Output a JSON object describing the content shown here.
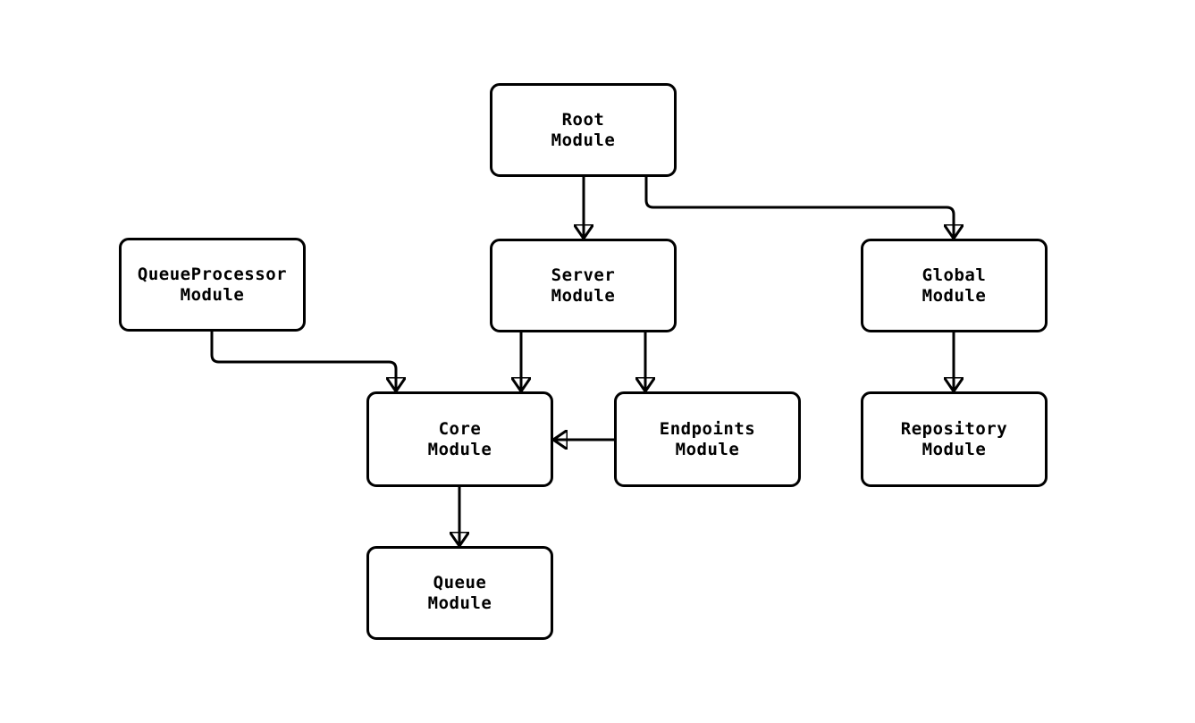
{
  "diagram": {
    "type": "module-dependency-flowchart",
    "background_color": "#ffffff",
    "stroke_color": "#000000",
    "text_color": "#000000",
    "nodes": [
      {
        "id": "root",
        "label": "Root\nModule"
      },
      {
        "id": "queueprocessor",
        "label": "QueueProcessor\nModule"
      },
      {
        "id": "server",
        "label": "Server\nModule"
      },
      {
        "id": "global",
        "label": "Global\nModule"
      },
      {
        "id": "core",
        "label": "Core\nModule"
      },
      {
        "id": "endpoints",
        "label": "Endpoints\nModule"
      },
      {
        "id": "repository",
        "label": "Repository\nModule"
      },
      {
        "id": "queue",
        "label": "Queue\nModule"
      }
    ],
    "edges": [
      {
        "from": "root",
        "to": "server"
      },
      {
        "from": "root",
        "to": "global"
      },
      {
        "from": "queueprocessor",
        "to": "core"
      },
      {
        "from": "server",
        "to": "core"
      },
      {
        "from": "server",
        "to": "endpoints"
      },
      {
        "from": "endpoints",
        "to": "core"
      },
      {
        "from": "global",
        "to": "repository"
      },
      {
        "from": "core",
        "to": "queue"
      }
    ]
  }
}
